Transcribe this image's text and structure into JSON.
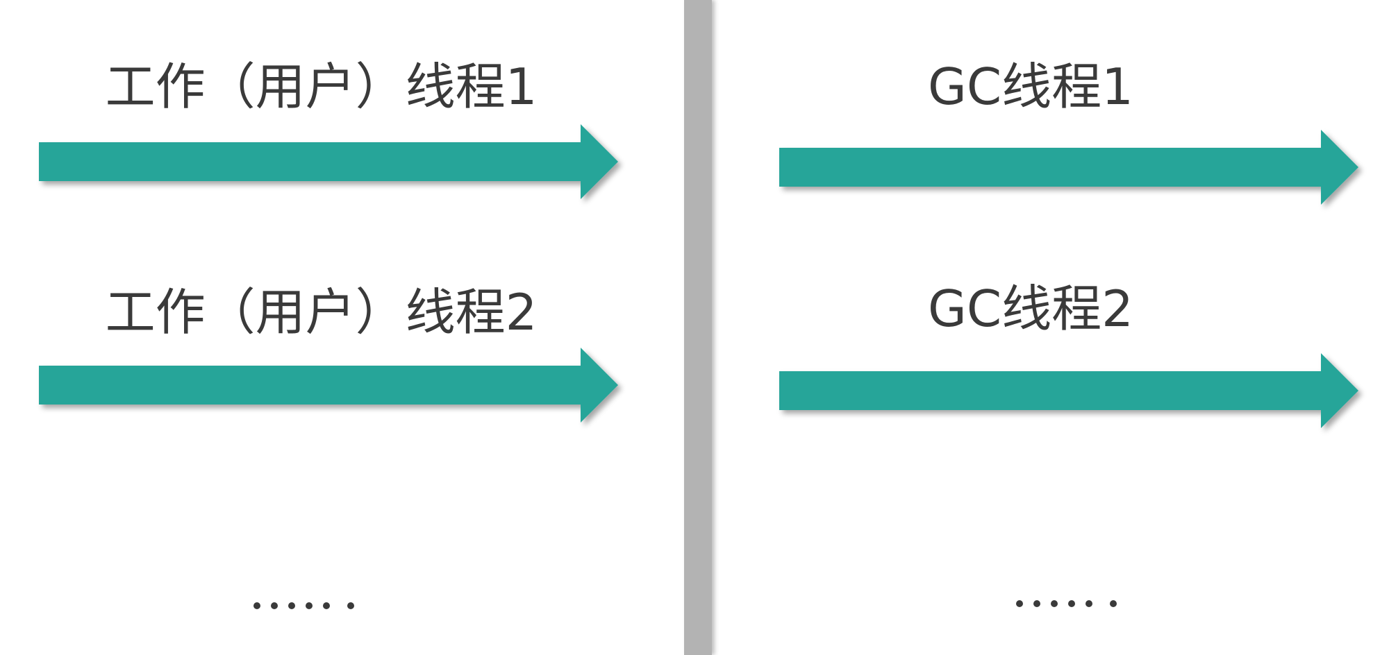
{
  "colors": {
    "arrow": "#26a599",
    "text": "#3a3a3a",
    "divider": "#b3b3b3",
    "background": "#ffffff"
  },
  "left_panel": {
    "threads": [
      {
        "label": "工作（用户）线程1"
      },
      {
        "label": "工作（用户）线程2"
      }
    ],
    "more": "……"
  },
  "right_panel": {
    "threads": [
      {
        "label": "GC线程1"
      },
      {
        "label": "GC线程2"
      }
    ],
    "more": "……"
  }
}
